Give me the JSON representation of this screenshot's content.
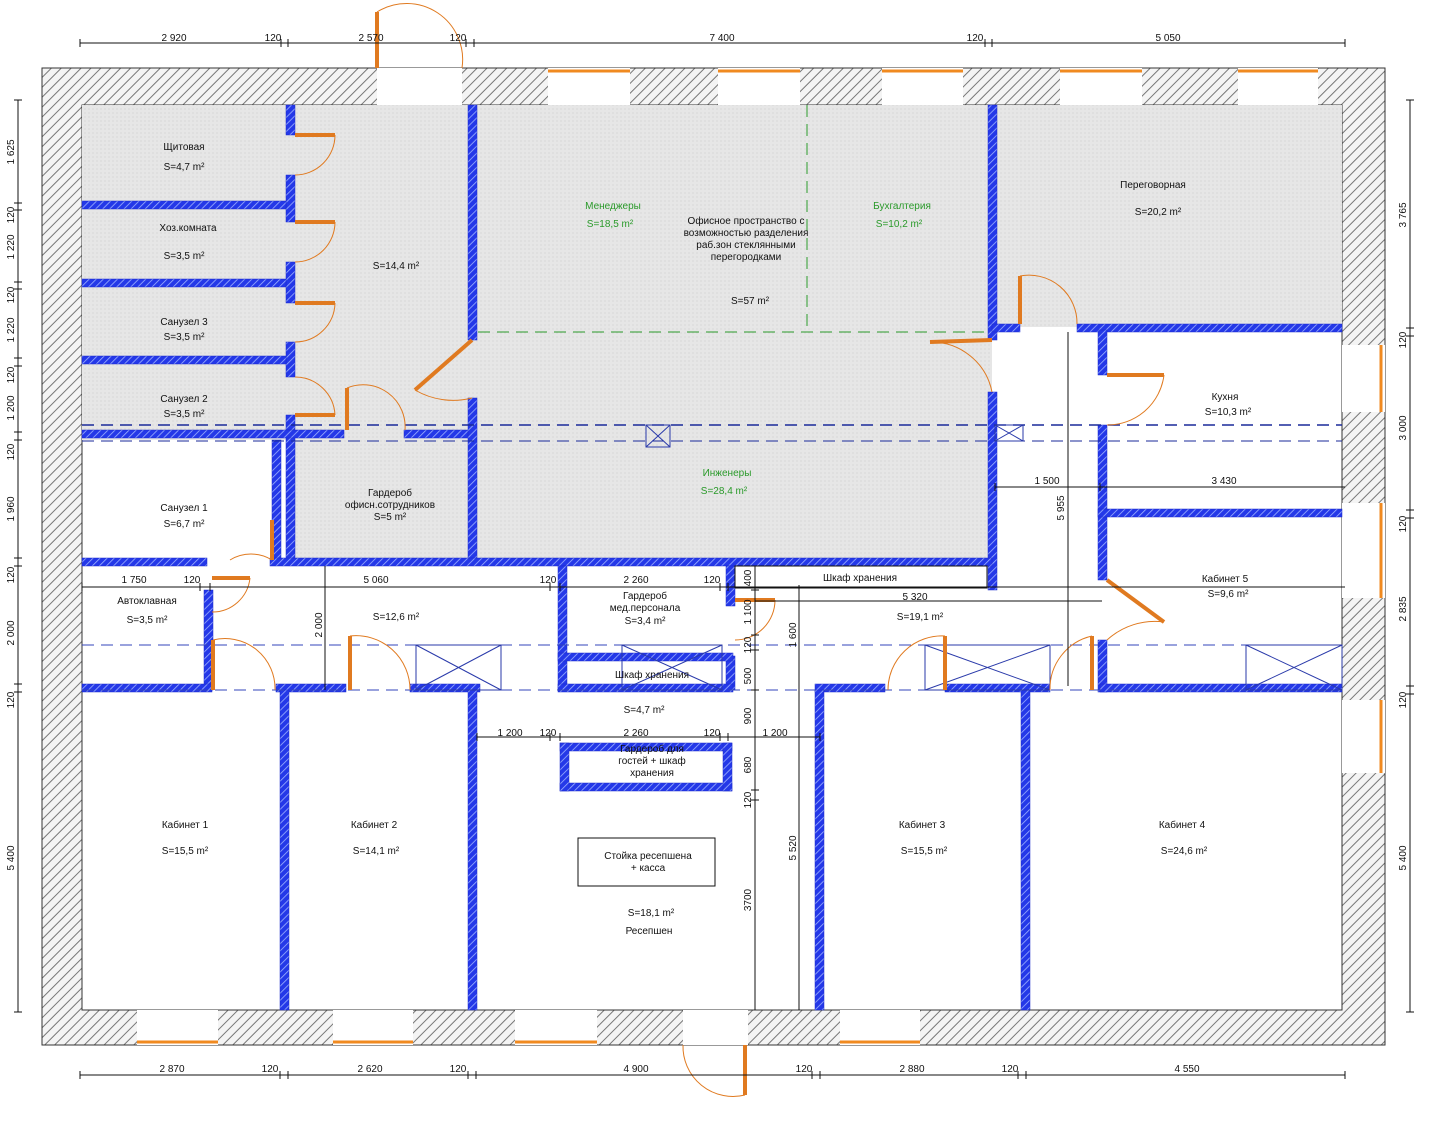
{
  "plan": {
    "colors": {
      "wall_blue": "#2438e8",
      "door_orange": "#e07a20",
      "zone_green": "#2a9a2a",
      "floor_gray": "#e4e4e4"
    },
    "rooms": {
      "shchitovaya": {
        "name": "Щитовая",
        "area": "S=4,7 m²"
      },
      "khoz": {
        "name": "Хоз.комната",
        "area": "S=3,5 m²"
      },
      "sanuzel3": {
        "name": "Санузел 3",
        "area": "S=3,5 m²"
      },
      "sanuzel2": {
        "name": "Санузел 2",
        "area": "S=3,5 m²"
      },
      "corridor_left": {
        "area": "S=14,4 m²"
      },
      "managers": {
        "name": "Менеджеры",
        "area": "S=18,5 m²"
      },
      "office": {
        "lines": [
          "Офисное пространство с",
          "возможностью разделения",
          "раб.зон стеклянными",
          "перегородками"
        ],
        "area": "S=57 m²"
      },
      "accounting": {
        "name": "Бухгалтерия",
        "area": "S=10,2 m²"
      },
      "meeting": {
        "name": "Переговорная",
        "area": "S=20,2 m²"
      },
      "engineers": {
        "name": "Инженеры",
        "area": "S=28,4 m²"
      },
      "wardrobe_staff": {
        "lines": [
          "Гардероб",
          "офисн.сотрудников"
        ],
        "area": "S=5 m²"
      },
      "sanuzel1": {
        "name": "Санузел 1",
        "area": "S=6,7 m²"
      },
      "kitchen": {
        "name": "Кухня",
        "area": "S=10,3 m²"
      },
      "cabinet5": {
        "name": "Кабинет 5",
        "area": "S=9,6 m²"
      },
      "autoclave": {
        "name": "Автоклавная",
        "area": "S=3,5 m²"
      },
      "corridor_mid": {
        "area": "S=12,6 m²"
      },
      "wardrobe_med": {
        "lines": [
          "Гардероб",
          "мед.персонала"
        ],
        "area": "S=3,4 m²"
      },
      "storage_upper": {
        "name": "Шкаф хранения"
      },
      "corridor_right": {
        "area": "S=19,1 m²"
      },
      "storage_lower": {
        "name": "Шкаф хранения"
      },
      "hall": {
        "area": "S=4,7 m²"
      },
      "wardrobe_guests": {
        "lines": [
          "Гардероб для",
          "гостей + шкаф",
          "хранения"
        ]
      },
      "cabinet1": {
        "name": "Кабинет 1",
        "area": "S=15,5 m²"
      },
      "cabinet2": {
        "name": "Кабинет 2",
        "area": "S=14,1 m²"
      },
      "reception_desk": {
        "lines": [
          "Стойка ресепшена",
          "+ касса"
        ]
      },
      "reception": {
        "name": "Ресепшен",
        "area": "S=18,1 m²"
      },
      "cabinet3": {
        "name": "Кабинет 3",
        "area": "S=15,5 m²"
      },
      "cabinet4": {
        "name": "Кабинет 4",
        "area": "S=24,6 m²"
      }
    },
    "dimensions": {
      "top": [
        "2 920",
        "120",
        "2 570",
        "120",
        "7 400",
        "120",
        "5 050"
      ],
      "bottom": [
        "2 870",
        "120",
        "2 620",
        "120",
        "4 900",
        "120",
        "2 880",
        "120",
        "4 550"
      ],
      "left": [
        "1 625",
        "120",
        "1 220",
        "120",
        "1 220",
        "120",
        "1 200",
        "120",
        "1 960",
        "120",
        "2 000",
        "120",
        "5 400"
      ],
      "right": [
        "3 765",
        "120",
        "3 000",
        "120",
        "2 835",
        "120",
        "5 400"
      ],
      "interior": [
        "1 750",
        "120",
        "5 060",
        "120",
        "2 260",
        "120",
        "400",
        "1 100",
        "120",
        "500",
        "900",
        "680",
        "120",
        "3700",
        "2 000",
        "1 600",
        "5 520",
        "5 320",
        "1 500",
        "3 430",
        "5 955",
        "1 200",
        "120",
        "2 260",
        "120",
        "1 200"
      ]
    }
  }
}
